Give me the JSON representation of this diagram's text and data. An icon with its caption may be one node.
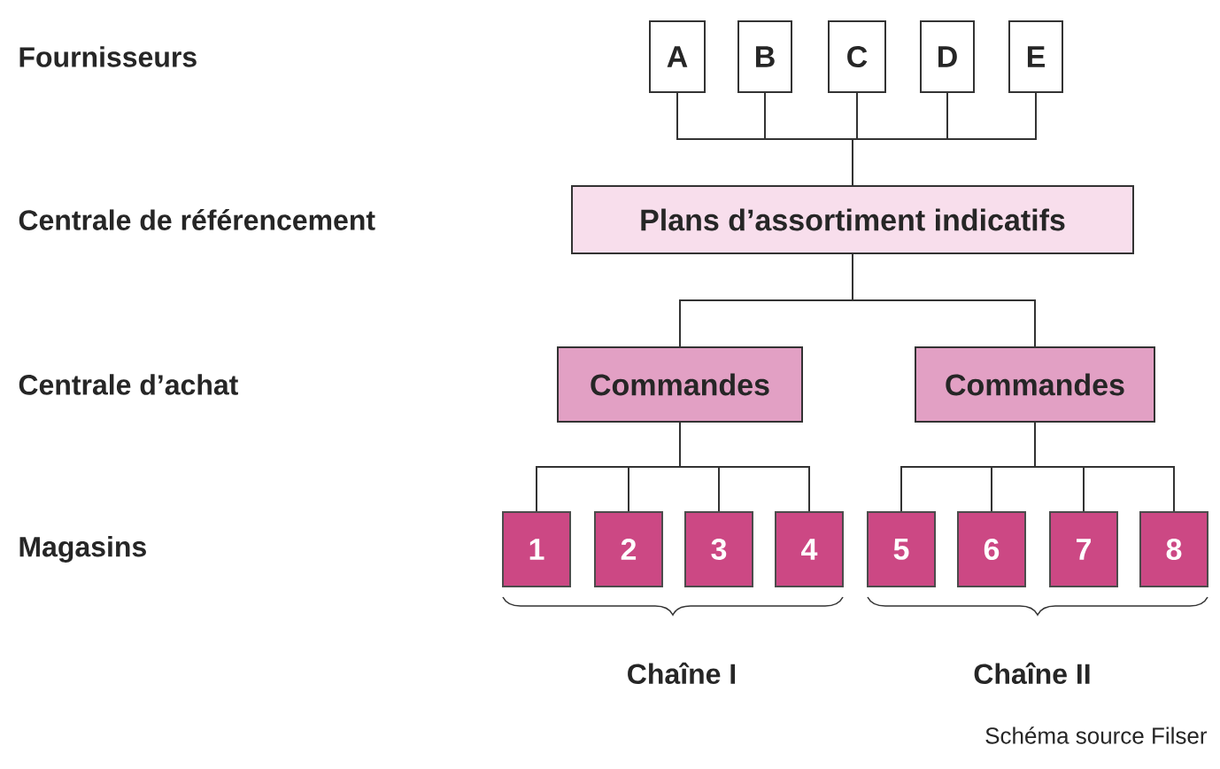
{
  "diagram": {
    "caption": "Schéma source Filser",
    "nodes": [
      {
        "text": [
          "A"
        ]
      },
      {
        "text": [
          "B"
        ]
      },
      {
        "text": [
          "C"
        ]
      },
      {
        "text": [
          "D"
        ]
      },
      {
        "text": [
          "E"
        ]
      },
      {
        "text": [
          "Plans d’assortiment indicatifs"
        ]
      },
      {
        "text": [
          "Commandes"
        ]
      },
      {
        "text": [
          "Commandes"
        ]
      },
      {
        "text": [
          "1"
        ]
      },
      {
        "text": [
          "2"
        ]
      },
      {
        "text": [
          "3"
        ]
      },
      {
        "text": [
          "4"
        ]
      },
      {
        "text": [
          "5"
        ]
      },
      {
        "text": [
          "6"
        ]
      },
      {
        "text": [
          "7"
        ]
      },
      {
        "text": [
          "8"
        ]
      }
    ],
    "edges": [
      {
        "from": 0,
        "to": 5,
        "arrow": "none"
      },
      {
        "from": 1,
        "to": 5,
        "arrow": "none"
      },
      {
        "from": 2,
        "to": 5,
        "arrow": "none"
      },
      {
        "from": 3,
        "to": 5,
        "arrow": "none"
      },
      {
        "from": 4,
        "to": 5,
        "arrow": "none"
      },
      {
        "from": 5,
        "to": 6,
        "arrow": "none"
      },
      {
        "from": 5,
        "to": 7,
        "arrow": "none"
      },
      {
        "from": 6,
        "to": 8,
        "arrow": "none"
      },
      {
        "from": 6,
        "to": 9,
        "arrow": "none"
      },
      {
        "from": 6,
        "to": 10,
        "arrow": "none"
      },
      {
        "from": 6,
        "to": 11,
        "arrow": "none"
      },
      {
        "from": 7,
        "to": 12,
        "arrow": "none"
      },
      {
        "from": 7,
        "to": 13,
        "arrow": "none"
      },
      {
        "from": 7,
        "to": 14,
        "arrow": "none"
      },
      {
        "from": 7,
        "to": 15,
        "arrow": "none"
      }
    ],
    "labels": [
      "Fournisseurs",
      "Centrale de référencement",
      "Centrale d’achat",
      "Magasins",
      "Chaîne I",
      "Chaîne II"
    ]
  }
}
